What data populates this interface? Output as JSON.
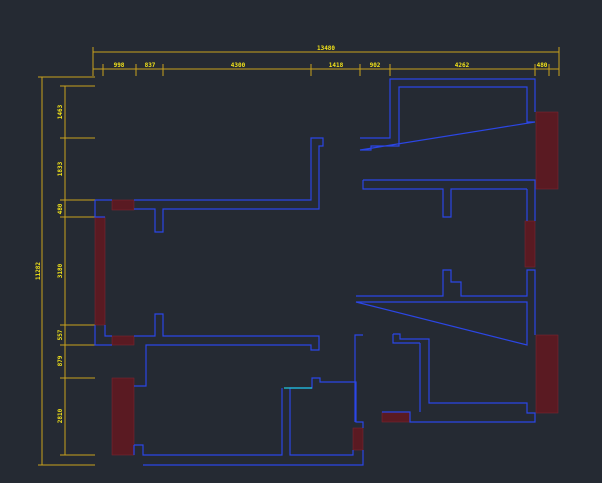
{
  "diagram": {
    "colors": {
      "background": "#252a33",
      "dimension_line": "#c9a11c",
      "dimension_text": "#f1e21a",
      "wall": "#2b46e6",
      "window": "#5a1a22",
      "door": "#22c7d8"
    },
    "dimensions": {
      "top_total": "13480",
      "top_segments": [
        "998",
        "837",
        "4300",
        "1418",
        "902",
        "4262",
        "480"
      ],
      "left_total": "11282",
      "left_segments": [
        "1463",
        "1833",
        "480",
        "3180",
        "557",
        "879",
        "2810"
      ]
    }
  }
}
